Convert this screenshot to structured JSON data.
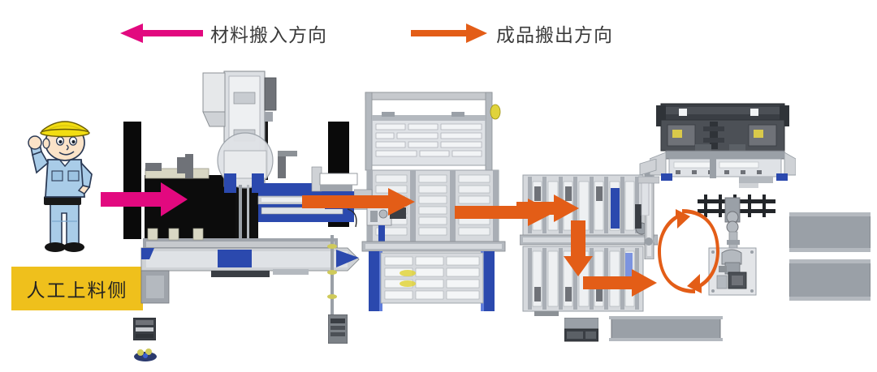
{
  "colors": {
    "magenta": "#E2097F",
    "orange": "#E35D17",
    "tag_yellow": "#EFC01C",
    "machine_black": "#0A0A0A",
    "machine_blue": "#2B49AE",
    "machine_grey": "#B9BCC1",
    "press_dark": "#4C5056",
    "text": "#3B3B3B"
  },
  "legend": {
    "items": [
      {
        "id": "material-infeed",
        "label": "材料搬入方向",
        "arrow_direction": "left",
        "arrow_color": "#E2097F",
        "icon": "arrow-left-icon"
      },
      {
        "id": "product-outfeed",
        "label": "成品搬出方向",
        "arrow_direction": "right",
        "arrow_color": "#E35D17",
        "icon": "arrow-right-icon"
      }
    ]
  },
  "callouts": [
    {
      "id": "manual-loading-side",
      "label": "人工上料侧",
      "background": "#EFC01C",
      "text_color": "#222222"
    }
  ],
  "operator": {
    "id": "operator-figure",
    "helmet_color": "#F2DD12",
    "uniform_color": "#A9CCE8",
    "icon": "worker-icon",
    "pose": "raised-right-arm"
  },
  "flow_arrows": [
    {
      "id": "infeed-arrow",
      "direction": "right",
      "color": "#E2097F",
      "icon": "arrow-right-icon"
    },
    {
      "id": "transfer-arrow-1",
      "direction": "right",
      "color": "#E35D17",
      "icon": "arrow-right-icon"
    },
    {
      "id": "transfer-arrow-2",
      "direction": "right",
      "color": "#E35D17",
      "icon": "arrow-right-icon"
    },
    {
      "id": "transfer-arrow-3",
      "direction": "right",
      "color": "#E35D17",
      "icon": "arrow-right-icon"
    },
    {
      "id": "descend-arrow",
      "direction": "down",
      "color": "#E35D17",
      "icon": "arrow-down-icon"
    },
    {
      "id": "outfeed-arrow",
      "direction": "right",
      "color": "#E35D17",
      "icon": "arrow-right-icon"
    },
    {
      "id": "recirculate-arrow",
      "direction": "cycle",
      "color": "#E35D17",
      "icon": "cycle-arrows-icon"
    }
  ],
  "stations": [
    {
      "id": "gantry-machining-center",
      "icon": "gantry-machine-icon"
    },
    {
      "id": "vertical-storage-rack",
      "icon": "storage-rack-icon"
    },
    {
      "id": "buffer-rack",
      "icon": "buffer-rack-icon"
    },
    {
      "id": "press-brake",
      "icon": "press-brake-icon"
    },
    {
      "id": "handling-robot",
      "icon": "robot-arm-icon"
    },
    {
      "id": "finished-stack-upper",
      "icon": "plate-stack-icon"
    },
    {
      "id": "finished-stack-lower",
      "icon": "plate-stack-icon"
    },
    {
      "id": "control-cabinet-left",
      "icon": "cabinet-icon"
    },
    {
      "id": "control-cabinet-right",
      "icon": "cabinet-icon"
    },
    {
      "id": "conveyor-plate",
      "icon": "conveyor-icon"
    }
  ]
}
